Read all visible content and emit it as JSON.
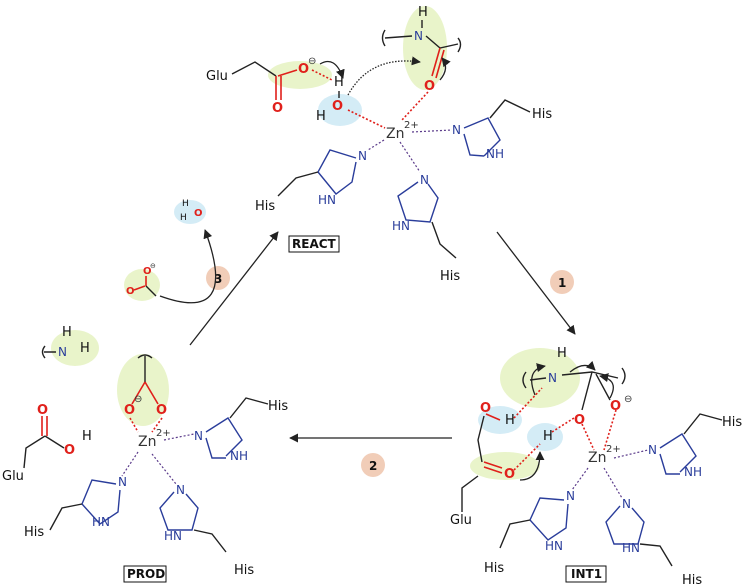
{
  "states": {
    "react": "REACT",
    "int1": "INT1",
    "prod": "PROD"
  },
  "steps": {
    "s1": "1",
    "s2": "2",
    "s3": "3"
  },
  "residues": {
    "glu": "Glu",
    "his": "His"
  },
  "atoms": {
    "zn": "Zn",
    "zn_charge": "2+",
    "n": "N",
    "nh": "NH",
    "hn": "HN",
    "h": "H",
    "o": "O",
    "minus": "⊖"
  },
  "colors": {
    "oxygen": "#e0201b",
    "nitrogen": "#2a3d9b",
    "highlight_yellow": "#e7f3c4",
    "highlight_blue": "#cfeaf5",
    "step_circle": "#f1cdb8"
  }
}
